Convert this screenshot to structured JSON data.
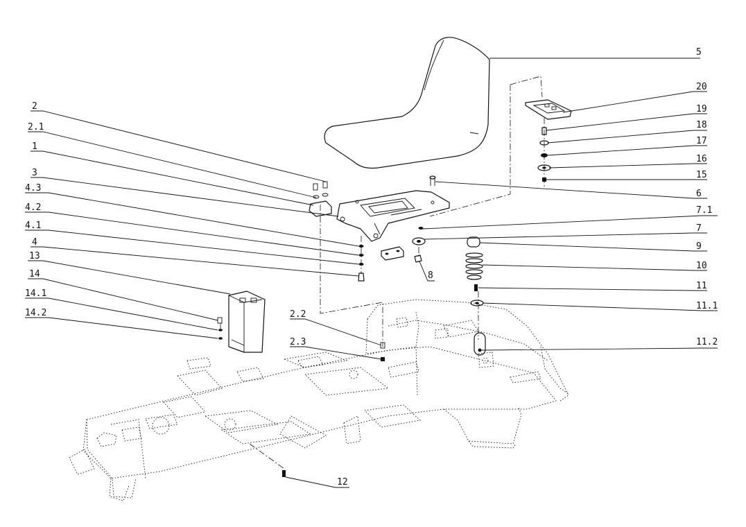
{
  "labels": {
    "l5": "5",
    "l20": "20",
    "l19": "19",
    "l18": "18",
    "l17": "17",
    "l16": "16",
    "l15": "15",
    "l6": "6",
    "l71": "7.1",
    "l7": "7",
    "l9": "9",
    "l10": "10",
    "l11": "11",
    "l111": "11.1",
    "l112": "11.2",
    "l8": "8",
    "l12": "12",
    "l2": "2",
    "l21": "2.1",
    "l1": "1",
    "l3": "3",
    "l43": "4.3",
    "l42": "4.2",
    "l41": "4.1",
    "l4": "4",
    "l13": "13",
    "l14": "14",
    "l141": "14.1",
    "l142": "14.2",
    "l22": "2.2",
    "l23": "2.3"
  }
}
